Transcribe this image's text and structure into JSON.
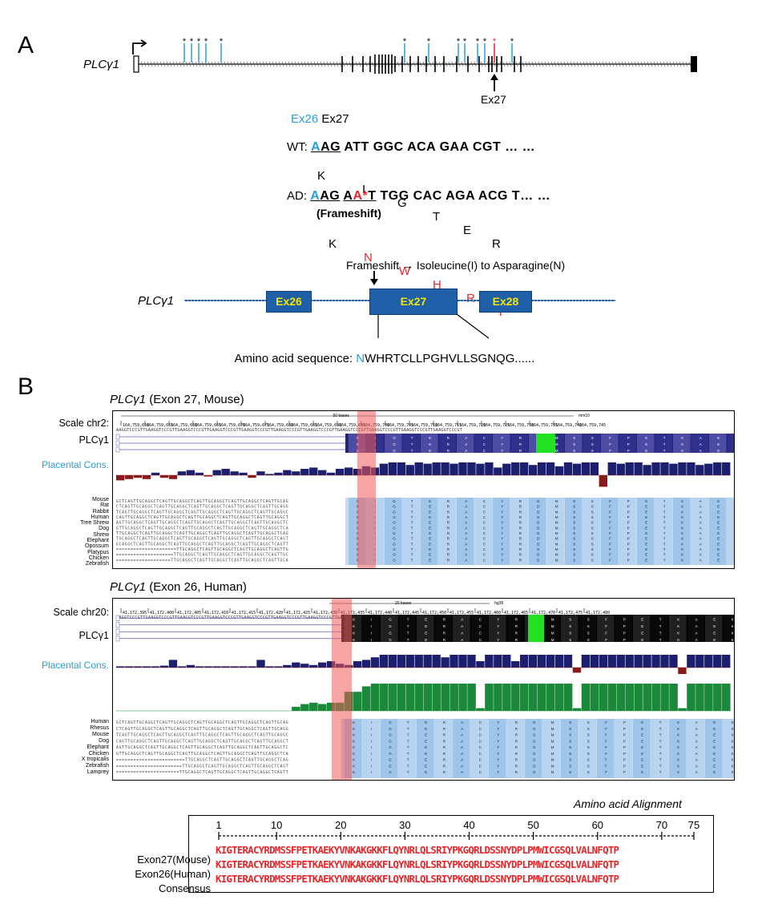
{
  "panel_a": {
    "letter": "A",
    "gene": "PLCγ1",
    "exon_arrow_label": "Ex27",
    "exon_header": {
      "ex26": "Ex26",
      "ex27": "Ex27"
    },
    "wt": {
      "label": "WT:",
      "codon1_blue": "A",
      "codon1_rest": "AG",
      "rest": " ATT GGC ACA GAA CGT … …",
      "aa": [
        "K",
        "I",
        "G",
        "T",
        "E",
        "R"
      ]
    },
    "ad": {
      "label": "AD:",
      "codon1_blue": "A",
      "codon1_rest": "AG",
      "codon2_a": "A",
      "codon2_red": "A*",
      "codon2_t": "T",
      "rest": " TGG CAC AGA ACG T… …",
      "frameshift": "(Frameshift)",
      "aa": [
        "K",
        "N",
        "W",
        "H",
        "R",
        "T"
      ]
    },
    "mechanism": "Frameshift → Isoleucine(I) to Asparagine(N)",
    "exons": [
      "Ex26",
      "Ex27",
      "Ex28"
    ],
    "aa_seq_label": "Amino acid sequence: ",
    "aa_seq_first": "N",
    "aa_seq_rest": "WHRTCLLPGHVLLSGNQG......"
  },
  "panel_b": {
    "letter": "B",
    "mouse": {
      "title_gene": "PLCγ1",
      "title_rest": " (Exon 27, Mouse)",
      "scale_label": "Scale chr2:",
      "gene_label": "PLCγ1",
      "cons_label": "Placental Cons.",
      "scale_text": "50 bases",
      "assembly": "mm10",
      "coords": [
        "164,759,650",
        "164,759,655",
        "164,759,660",
        "164,759,665",
        "164,759,670",
        "164,759,675",
        "164,759,680",
        "164,759,685",
        "164,759,690",
        "164,759,695",
        "164,759,700",
        "164,759,705",
        "164,759,710",
        "164,759,715",
        "164,759,720",
        "164,759,725",
        "164,759,730",
        "164,759,735",
        "164,759,740",
        "164,759,745"
      ],
      "species": [
        "Mouse",
        "Rat",
        "Rabbit",
        "Human",
        "Tree Shrew",
        "Dog",
        "Shrew",
        "Elephant",
        "Opossum",
        "Platypus",
        "Chicken",
        "Zebrafish"
      ]
    },
    "human": {
      "title_gene": "PLCγ1",
      "title_rest": " (Exon 26, Human)",
      "scale_label": "Scale chr20:",
      "gene_label": "PLCγ1",
      "cons_label": "Placental Cons.",
      "scale_text": "20 bases",
      "assembly": "hg38",
      "coords": [
        "41,172,395",
        "41,172,400",
        "41,172,405",
        "41,172,410",
        "41,172,415",
        "41,172,420",
        "41,172,425",
        "41,172,430",
        "41,172,435",
        "41,172,440",
        "41,172,445",
        "41,172,450",
        "41,172,455",
        "41,172,460",
        "41,172,465",
        "41,172,470",
        "41,172,475",
        "41,172,480"
      ],
      "species": [
        "Human",
        "Rhesus",
        "Mouse",
        "Dog",
        "Elephant",
        "Chicken",
        "X tropicalis",
        "Zebrafish",
        "Lamprey"
      ]
    },
    "aa_track": [
      "K",
      "I",
      "G",
      "T",
      "E",
      "R",
      "A",
      "C",
      "Y",
      "R",
      "D",
      "M",
      "S",
      "S",
      "F",
      "P",
      "E",
      "T",
      "K",
      "A",
      "E",
      "K"
    ],
    "alignment": {
      "title": "Amino acid Alignment",
      "ticks": [
        "1",
        "10",
        "20",
        "30",
        "40",
        "50",
        "60",
        "70",
        "75"
      ],
      "rows": [
        {
          "label": "Exon27(Mouse)",
          "seq": "KIGTERACYRDMSSFPETKAEKYVNKAKGKKFLQYNRLQLSRIYPKGQRLDSSNYDPLPMWICGSQLVALNFQTP"
        },
        {
          "label": "Exon26(Human)",
          "seq": "KIGTERACYRDMSSFPETKAEKYVNKAKGKKFLQYNRLQLSRIYPKGQRLDSSNYDPLPMWICGSQLVALNFQTP"
        },
        {
          "label": "Consensus",
          "seq": "KIGTERACYRDMSSFPETKAEKYVNKAKGKKFLQYNRLQLSRIYPKGQRLDSSNYDPLPMWICGSQLVALNFQTP"
        }
      ]
    }
  },
  "colors": {
    "blue": "#2a9fd6",
    "red": "#e8262a",
    "exon_box": "#1f5fa8",
    "exon_text": "#f3e500",
    "navy": "#1b1f6e",
    "green": "#1a8a3a",
    "highlight": "rgba(240,90,90,0.55)"
  }
}
